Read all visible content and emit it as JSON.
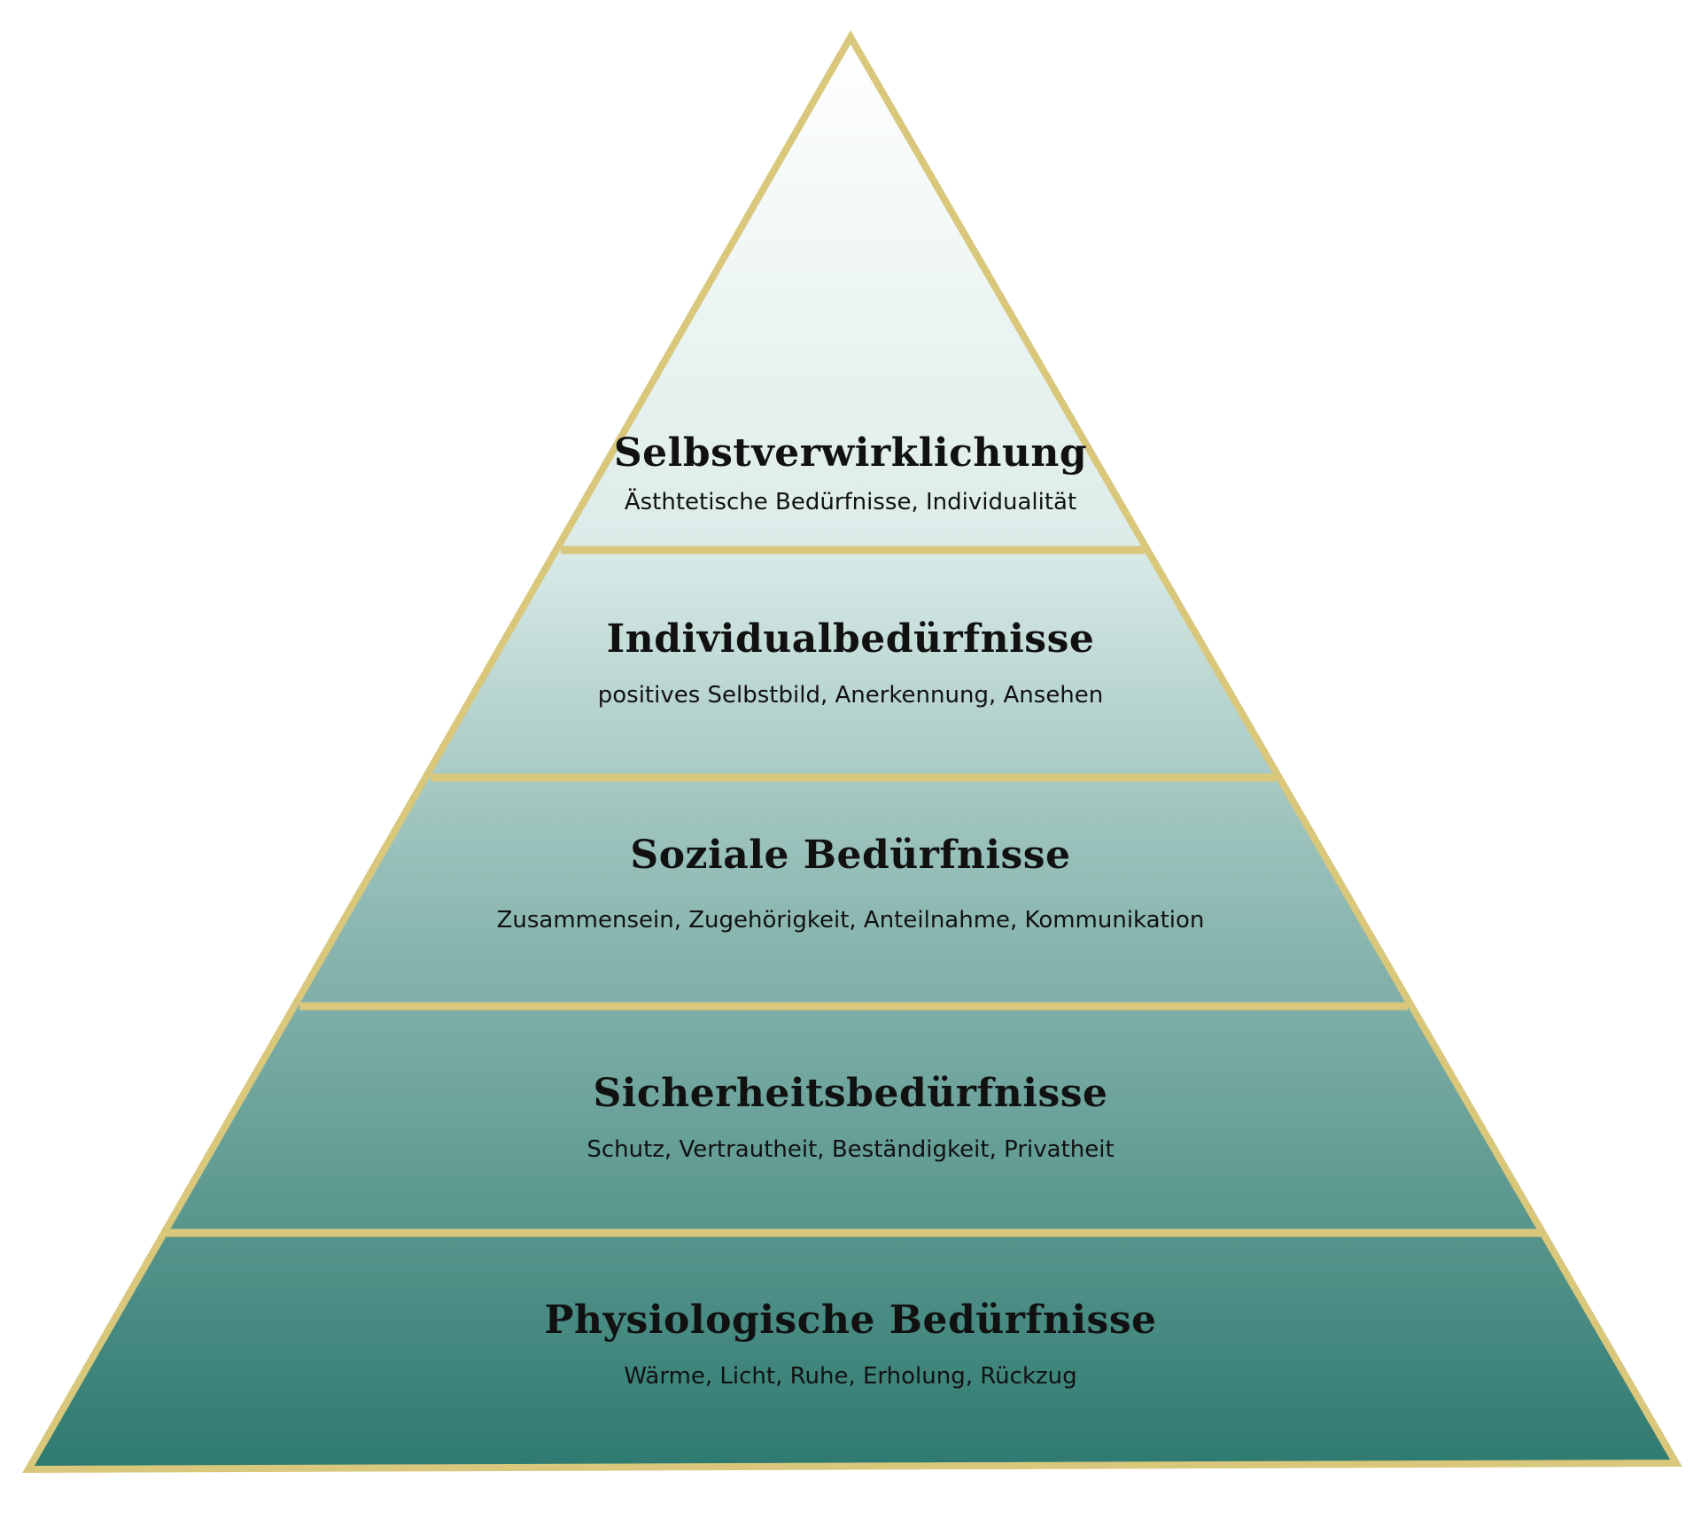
{
  "colors": {
    "outline": "#d9c77c",
    "fill_top": "#ffffff",
    "fill_bottom": "#2e7a70",
    "text": "#111111"
  },
  "pyramid": {
    "levels": [
      {
        "title": "Selbstverwirklichung",
        "description": "Ästhtetische Bedürfnisse, Individualität"
      },
      {
        "title": "Individualbedürfnisse",
        "description": "positives Selbstbild, Anerkennung, Ansehen"
      },
      {
        "title": "Soziale Bedürfnisse",
        "description": "Zusammensein, Zugehörigkeit, Anteilnahme, Kommunikation"
      },
      {
        "title": "Sicherheitsbedürfnisse",
        "description": "Schutz, Vertrautheit, Beständigkeit, Privatheit"
      },
      {
        "title": "Physiologische Bedürfnisse",
        "description": "Wärme, Licht, Ruhe, Erholung, Rückzug"
      }
    ]
  }
}
